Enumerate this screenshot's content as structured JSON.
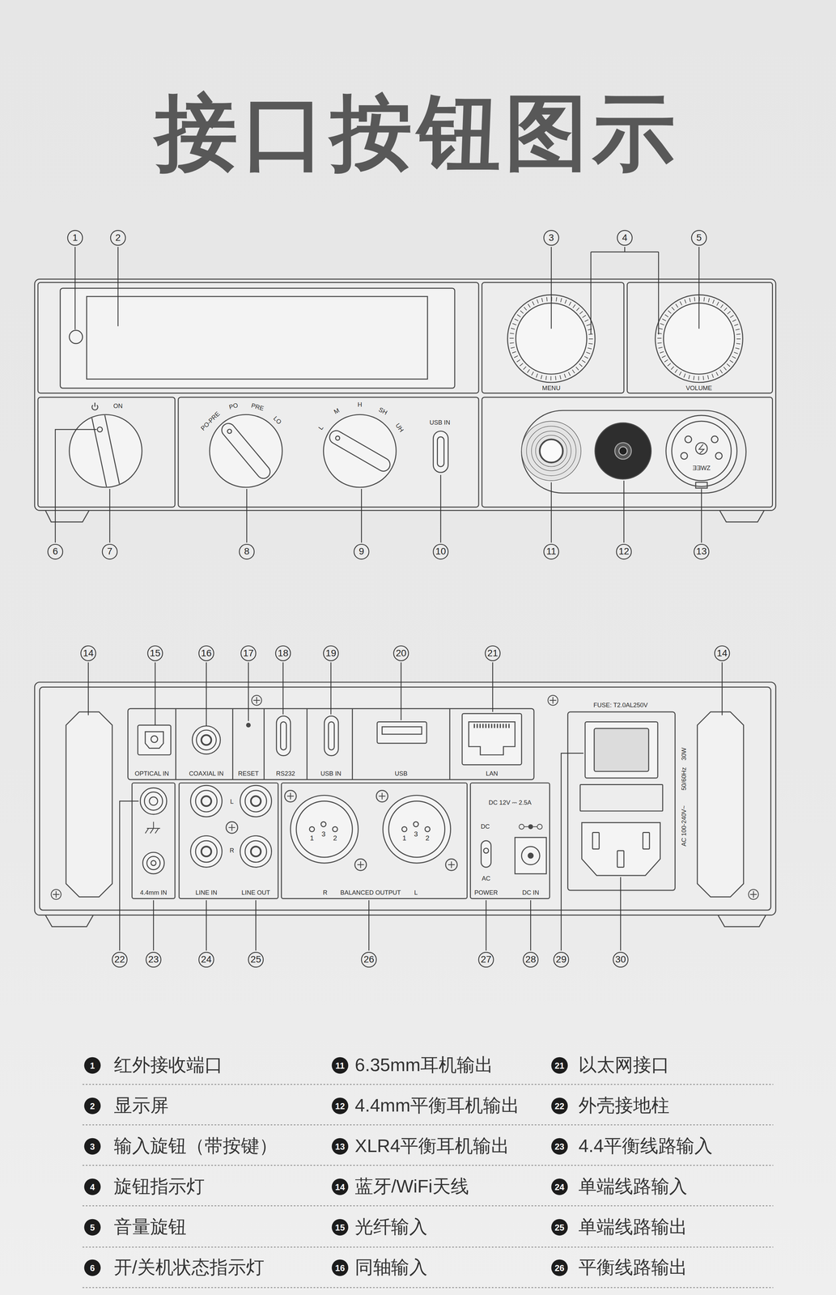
{
  "diagram": {
    "title": "接口按钮图示",
    "labels": [
      "1",
      "2",
      "3",
      "4",
      "5",
      "MENU",
      "VOLUME",
      "ON",
      "PO-PRE",
      "PO",
      "PRE",
      "LO",
      "L",
      "M",
      "H",
      "SH",
      "UH",
      "USB IN",
      "ƎƎWZ",
      "6",
      "7",
      "8",
      "9",
      "10",
      "11",
      "12",
      "13",
      "14",
      "15",
      "16",
      "17",
      "18",
      "19",
      "20",
      "21",
      "14",
      "FUSE: T2.0AL250V",
      "OPTICAL IN",
      "COAXIAL IN",
      "RESET",
      "RS232",
      "USB IN",
      "USB",
      "LAN",
      "L",
      "R",
      "1",
      "3",
      "2",
      "1",
      "3",
      "2",
      "DC 12V ⎓ 2.5A",
      "DC",
      "AC",
      "AC 100-240V~",
      "50/60Hz",
      "30W",
      "4.4mm IN",
      "LINE IN",
      "LINE OUT",
      "R",
      "BALANCED OUTPUT",
      "L",
      "POWER",
      "DC IN",
      "22",
      "23",
      "24",
      "25",
      "26",
      "27",
      "28",
      "29",
      "30",
      "1",
      "红外接收端口",
      "11",
      "6.35mm耳机输出",
      "21",
      "以太网接口",
      "2",
      "显示屏",
      "12",
      "4.4mm平衡耳机输出",
      "22",
      "外壳接地柱",
      "3",
      "输入旋钮（带按键）",
      "13",
      "XLR4平衡耳机输出",
      "23",
      "4.4平衡线路输入",
      "4",
      "旋钮指示灯",
      "14",
      "蓝牙/WiFi天线",
      "24",
      "单端线路输入",
      "5",
      "音量旋钮",
      "15",
      "光纤输入",
      "25",
      "单端线路输出",
      "6",
      "开/关机状态指示灯",
      "16",
      "同轴输入",
      "26",
      "平衡线路输出"
    ]
  }
}
